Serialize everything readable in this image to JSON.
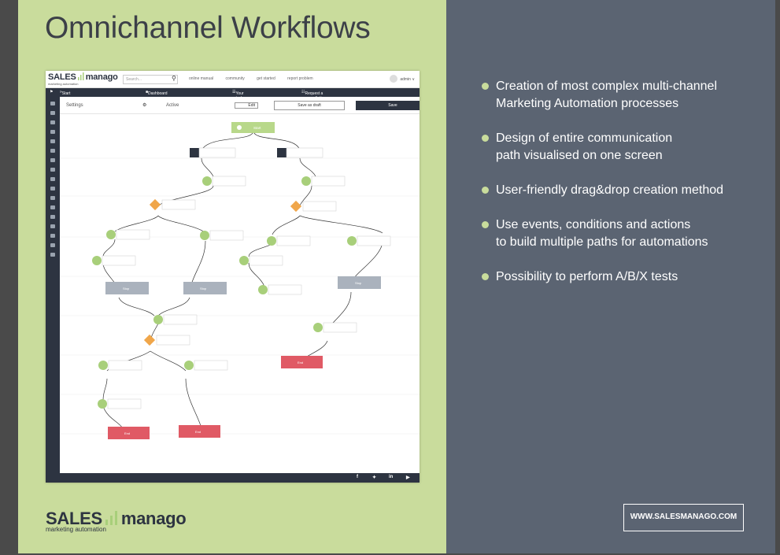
{
  "slide": {
    "title": "Omnichannel Workflows",
    "brand_sales": "SALES",
    "brand_manago": "manago",
    "brand_tagline": "marketing automation",
    "url": "WWW.SALESMANAGO.COM",
    "colors": {
      "left_bg": "#c9dc9c",
      "right_bg": "#5b6472",
      "dark": "#2d3441",
      "accent_green": "#a8cf7a",
      "accent_orange": "#f0a64a",
      "accent_red": "#e05a65",
      "accent_grey": "#aab2bd"
    }
  },
  "bullets": [
    "Creation of most complex multi-channel\nMarketing Automation processes",
    "Design of entire communication\npath visualised on one screen",
    "User-friendly drag&drop creation method",
    "Use events, conditions and actions\nto build multiple paths for automations",
    "Possibility to perform A/B/X tests"
  ],
  "app": {
    "logo_sales": "SALES",
    "logo_manago": "manago",
    "logo_sub": "marketing automation",
    "search_placeholder": "Search...",
    "top_links": [
      "online manual",
      "community",
      "get started",
      "report problem"
    ],
    "user": "admin",
    "nav": {
      "start": "Start",
      "dashboard": "Dashboard",
      "tasks": "Your tasks",
      "consultation": "Request a consultation"
    },
    "toolbar": {
      "settings": "Settings",
      "status": "Active",
      "edit": "Edit",
      "save_draft": "Save as draft",
      "save": "Save"
    },
    "footer_icons": [
      "f",
      "twitter-icon",
      "in",
      "youtube-icon"
    ],
    "workflow_nodes": {
      "start": "Start",
      "stop": "Stop",
      "end": "End"
    }
  }
}
